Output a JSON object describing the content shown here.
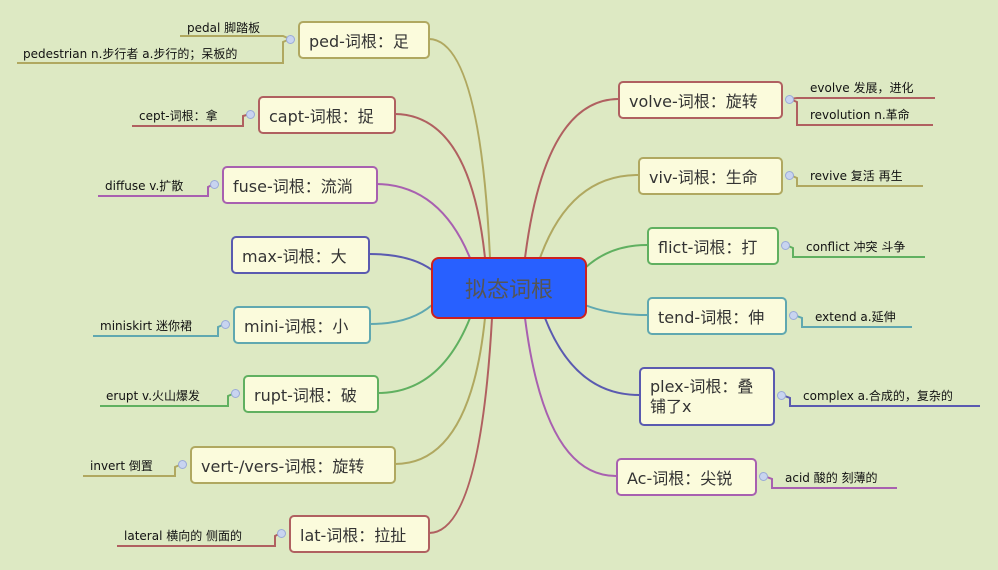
{
  "center": "拟态词根",
  "left": [
    {
      "label": "ped-词根：足",
      "children": [
        "pedal 脚踏板",
        "pedestrian n.步行者  a.步行的；呆板的"
      ]
    },
    {
      "label": "capt-词根：捉",
      "children": [
        "cept-词根：拿"
      ]
    },
    {
      "label": "fuse-词根：流淌",
      "children": [
        "diffuse v.扩散"
      ]
    },
    {
      "label": "max-词根：大",
      "children": []
    },
    {
      "label": "mini-词根：小",
      "children": [
        "miniskirt 迷你裙"
      ]
    },
    {
      "label": "rupt-词根：破",
      "children": [
        "erupt v.火山爆发"
      ]
    },
    {
      "label": "vert-/vers-词根：旋转",
      "children": [
        "invert 倒置"
      ]
    },
    {
      "label": "lat-词根：拉扯",
      "children": [
        "lateral 横向的 侧面的"
      ]
    }
  ],
  "right": [
    {
      "label": "volve-词根：旋转",
      "children": [
        "evolve 发展，进化",
        "revolution  n.革命"
      ]
    },
    {
      "label": "viv-词根：生命",
      "children": [
        "revive 复活 再生"
      ]
    },
    {
      "label": "flict-词根：打",
      "children": [
        "conflict 冲突 斗争"
      ]
    },
    {
      "label": "tend-词根：伸",
      "children": [
        "extend a.延伸"
      ]
    },
    {
      "label": "plex-词根：叠铺了x",
      "children": [
        "complex a.合成的，复杂的"
      ]
    },
    {
      "label": "Ac-词根：尖锐",
      "children": [
        "acid 酸的 刻薄的"
      ]
    }
  ],
  "colors": {
    "olive": "#b0a860",
    "red": "#b06060",
    "purple": "#a860b0",
    "blue": "#5a5ab0",
    "teal": "#60a8b0",
    "green": "#60b060"
  }
}
